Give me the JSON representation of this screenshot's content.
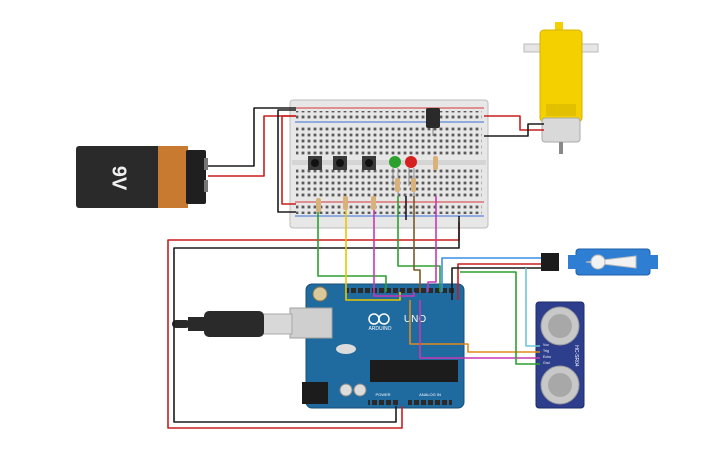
{
  "battery": {
    "label": "9V"
  },
  "arduino": {
    "brand": "ARDUINO",
    "model": "UNO",
    "power_header": "POWER",
    "analog_header": "ANALOG IN"
  },
  "ultrasonic": {
    "model": "HC-SR04",
    "pins": [
      "Vcc",
      "Trig",
      "Echo",
      "Gnd"
    ]
  },
  "colors": {
    "wire_red": "#c81e1e",
    "wire_black": "#1c1c1c",
    "wire_green": "#2ea02e",
    "wire_yellow": "#e8c800",
    "wire_magenta": "#c838b4",
    "wire_brown": "#7a5a28",
    "wire_blue": "#3a8ee6",
    "wire_cyan": "#6cc8d8",
    "wire_orange": "#e08a1a",
    "board_blue": "#1f6a9e",
    "motor_yellow": "#f4d000",
    "servo_blue": "#2e7fd4",
    "sensor_blue": "#2c3e8c",
    "led_green": "#2ca02c",
    "led_red": "#d62020"
  }
}
